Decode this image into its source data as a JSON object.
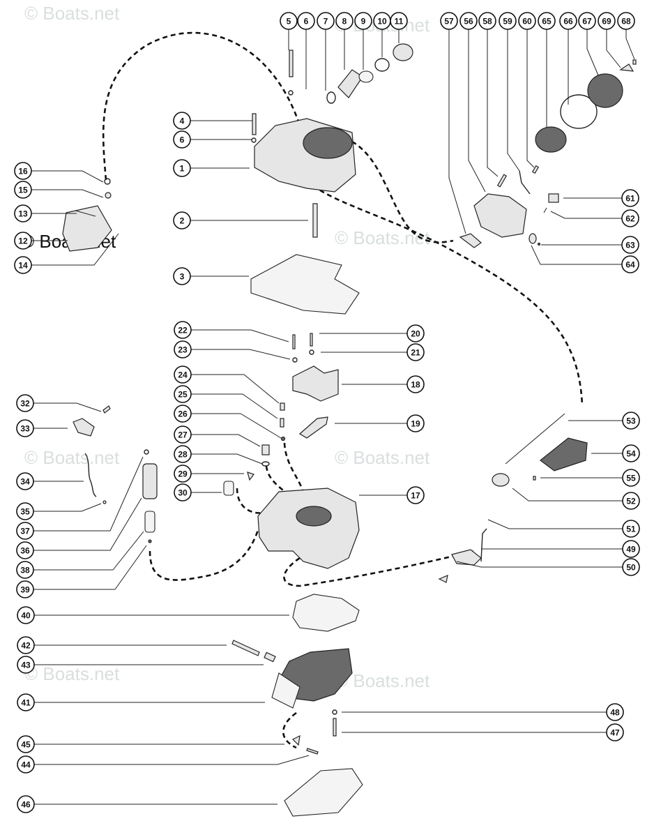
{
  "diagram": {
    "title": "Carburetor Exploded Parts Diagram",
    "watermark_text": "© Boats.net",
    "watermark_count_visible": 8,
    "callouts": [
      {
        "id": "1"
      },
      {
        "id": "2"
      },
      {
        "id": "3"
      },
      {
        "id": "4"
      },
      {
        "id": "5"
      },
      {
        "id": "6"
      },
      {
        "id": "6b",
        "label": "6"
      },
      {
        "id": "7"
      },
      {
        "id": "8"
      },
      {
        "id": "9"
      },
      {
        "id": "10"
      },
      {
        "id": "11"
      },
      {
        "id": "12"
      },
      {
        "id": "13"
      },
      {
        "id": "14"
      },
      {
        "id": "15"
      },
      {
        "id": "16"
      },
      {
        "id": "17"
      },
      {
        "id": "18"
      },
      {
        "id": "19"
      },
      {
        "id": "20"
      },
      {
        "id": "21"
      },
      {
        "id": "22"
      },
      {
        "id": "23"
      },
      {
        "id": "24"
      },
      {
        "id": "25"
      },
      {
        "id": "26"
      },
      {
        "id": "27"
      },
      {
        "id": "28"
      },
      {
        "id": "29"
      },
      {
        "id": "30"
      },
      {
        "id": "32"
      },
      {
        "id": "33"
      },
      {
        "id": "34"
      },
      {
        "id": "35"
      },
      {
        "id": "36"
      },
      {
        "id": "37"
      },
      {
        "id": "38"
      },
      {
        "id": "39"
      },
      {
        "id": "40"
      },
      {
        "id": "41"
      },
      {
        "id": "42"
      },
      {
        "id": "43"
      },
      {
        "id": "44"
      },
      {
        "id": "45"
      },
      {
        "id": "46"
      },
      {
        "id": "47"
      },
      {
        "id": "48"
      },
      {
        "id": "49"
      },
      {
        "id": "50"
      },
      {
        "id": "51"
      },
      {
        "id": "52"
      },
      {
        "id": "53"
      },
      {
        "id": "54"
      },
      {
        "id": "55"
      },
      {
        "id": "56"
      },
      {
        "id": "57"
      },
      {
        "id": "58"
      },
      {
        "id": "59"
      },
      {
        "id": "60"
      },
      {
        "id": "61"
      },
      {
        "id": "62"
      },
      {
        "id": "63"
      },
      {
        "id": "64"
      },
      {
        "id": "65"
      },
      {
        "id": "66"
      },
      {
        "id": "67"
      },
      {
        "id": "68"
      },
      {
        "id": "69"
      }
    ],
    "top_row_left": [
      "5",
      "6",
      "7",
      "8",
      "9",
      "10",
      "11"
    ],
    "top_row_right": [
      "57",
      "56",
      "58",
      "59",
      "60",
      "65",
      "66",
      "67",
      "69",
      "68"
    ]
  }
}
